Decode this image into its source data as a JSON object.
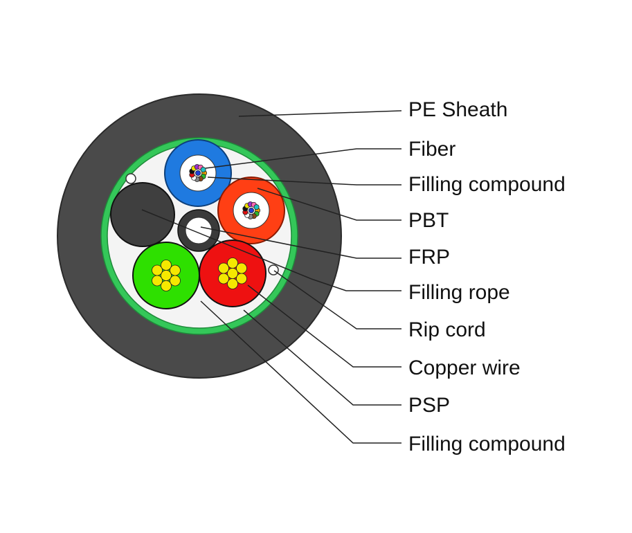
{
  "labels": {
    "pe_sheath": "PE Sheath",
    "fiber": "Fiber",
    "filling_compound_1": "Filling compound",
    "pbt": "PBT",
    "frp": "FRP",
    "filling_rope": "Filling rope",
    "rip_cord": "Rip cord",
    "copper_wire": "Copper wire",
    "psp": "PSP",
    "filling_compound_2": "Filling compound"
  },
  "colors": {
    "sheath": "#4a4a4a",
    "psp_ring": "#34c759",
    "fill_interior": "#f4f4f4",
    "tube_blue": "#1f7ae0",
    "tube_orange": "#ff3f14",
    "pair_green": "#2ee000",
    "pair_red": "#ee1111",
    "copper_core": "#f5e800",
    "filling_rope": "#3f3f3f",
    "frp_ring": "#3a3a3a",
    "leader_line": "#222222",
    "fiber_colors": [
      "#1f3fd8",
      "#e8a000",
      "#2db82d",
      "#8a4a1a",
      "#888888",
      "#f5f5f5",
      "#e01010",
      "#111111",
      "#f0e000",
      "#9b30d0",
      "#ff69b4",
      "#20c0c0"
    ]
  }
}
